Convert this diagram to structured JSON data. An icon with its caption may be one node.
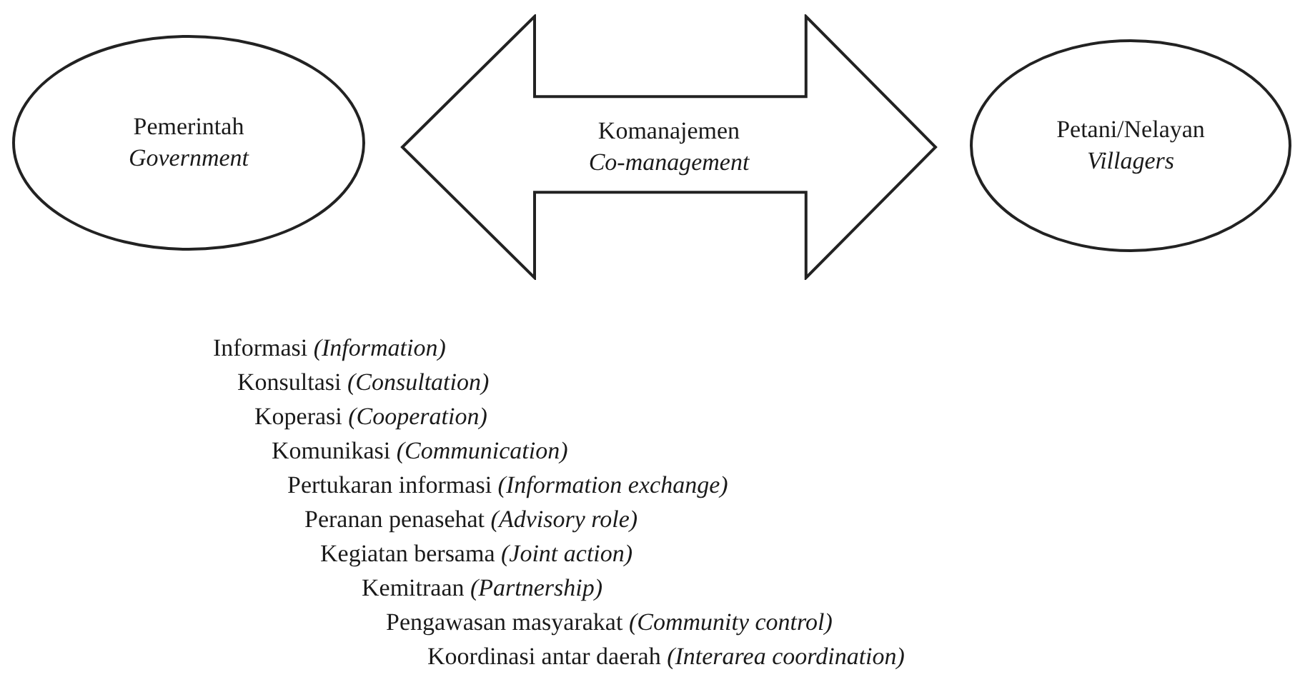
{
  "diagram": {
    "nodes": [
      {
        "text": [
          "Pemerintah",
          "Government"
        ]
      },
      {
        "text": [
          "Komanajemen",
          "Co-management"
        ]
      },
      {
        "text": [
          "Petani/Nelayan",
          "Villagers"
        ]
      }
    ],
    "labels": [
      "Informasi *(Information)*",
      "Konsultasi *(Consultation)*",
      "Koperasi *(Cooperation)*",
      "Komunikasi *(Communication)*",
      "Pertukaran informasi *(Information exchange)*",
      "Peranan penasehat *(Advisory role)*",
      "Kegiatan bersama *(Joint action)*",
      "Kemitraan *(Partnership)*",
      "Pengawasan masyarakat *(Community control)*",
      "Koordinasi antar daerah *(Interarea coordination)*"
    ]
  }
}
